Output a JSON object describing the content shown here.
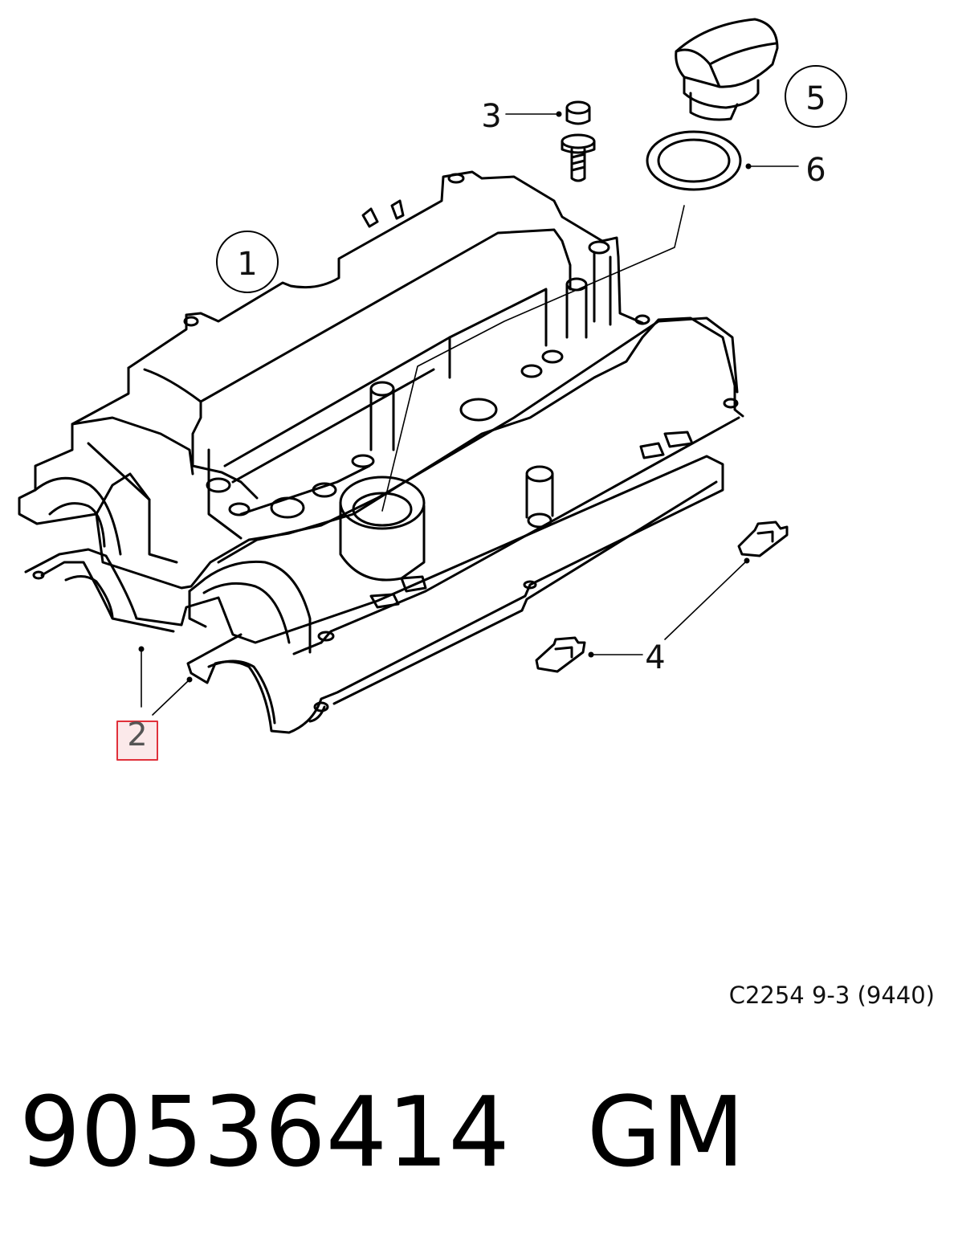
{
  "callouts": {
    "c1": "1",
    "c2": "2",
    "c3": "3",
    "c4": "4",
    "c5": "5",
    "c6": "6"
  },
  "reference_code": "C2254 9-3 (9440)",
  "part_number": "90536414",
  "brand": "GM",
  "highlight_color": "#e0303a"
}
